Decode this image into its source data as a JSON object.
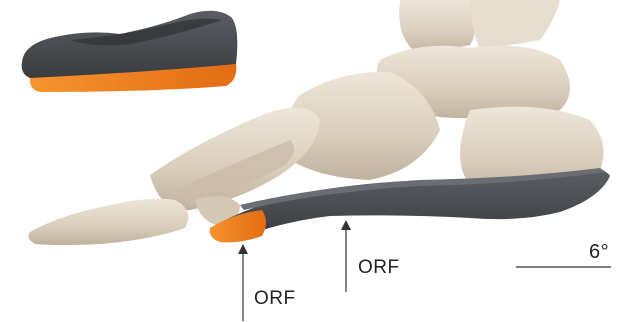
{
  "annotations": {
    "orf_back_label": "ORF",
    "orf_front_label": "ORF",
    "angle_label": "6°"
  },
  "colors": {
    "insole_gray": "#4a4d52",
    "insole_gray_dark": "#2f3135",
    "insole_orange": "#f07c1e",
    "bone": "#ddd2c2",
    "bone_shadow": "#b9ab97",
    "arrow": "#333333"
  }
}
